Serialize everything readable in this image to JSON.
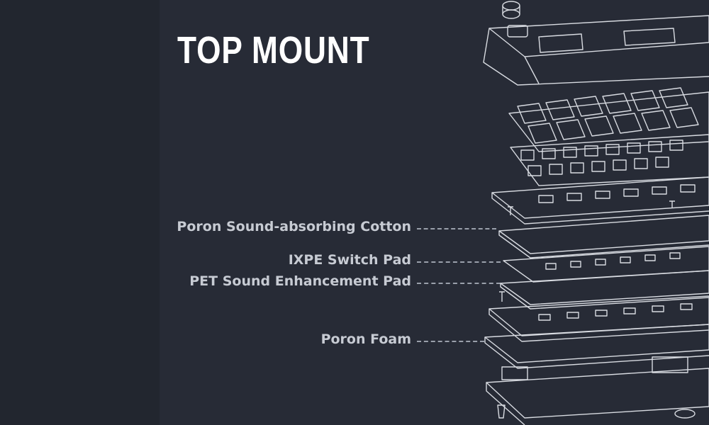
{
  "title": "TOP MOUNT",
  "labels": [
    "Poron Sound-absorbing Cotton",
    "IXPE Switch Pad",
    "PET Sound Enhancement Pad",
    "Poron Foam"
  ],
  "colors": {
    "background": "#272b36",
    "title": "#ffffff",
    "label": "#c7cbd3",
    "line_art": "#d8dbe1"
  }
}
